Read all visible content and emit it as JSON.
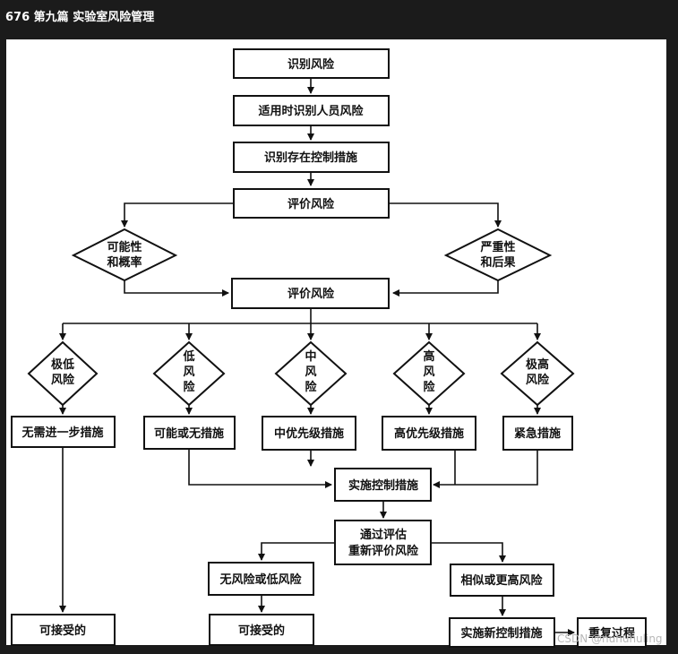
{
  "header": {
    "title": "676 第九篇 实验室风险管理"
  },
  "flowchart": {
    "steps": {
      "identify_risk": "识别风险",
      "identify_personnel_risk": "适用时识别人员风险",
      "identify_existing_controls": "识别存在控制措施",
      "evaluate_risk_1": "评价风险",
      "evaluate_risk_2": "评价风险"
    },
    "likelihood": {
      "line1": "可能性",
      "line2": "和概率"
    },
    "severity": {
      "line1": "严重性",
      "line2": "和后果"
    },
    "levels": [
      {
        "lines": [
          "极低",
          "风险"
        ],
        "action": "无需进一步措施"
      },
      {
        "lines": [
          "低",
          "风",
          "险"
        ],
        "action": "可能或无措施"
      },
      {
        "lines": [
          "中",
          "风",
          "险"
        ],
        "action": "中优先级措施"
      },
      {
        "lines": [
          "高",
          "风",
          "险"
        ],
        "action": "高优先级措施"
      },
      {
        "lines": [
          "极高",
          "风险"
        ],
        "action": "紧急措施"
      }
    ],
    "implement_controls": "实施控制措施",
    "reassess": {
      "line1": "通过评估",
      "line2": "重新评价风险"
    },
    "no_or_low_risk": "无风险或低风险",
    "similar_or_higher_risk": "相似或更高风险",
    "acceptable_left": "可接受的",
    "acceptable_mid": "可接受的",
    "implement_new_controls": "实施新控制措施",
    "repeat_process": "重复过程"
  },
  "watermark": "CSDN @nuhuhuling"
}
